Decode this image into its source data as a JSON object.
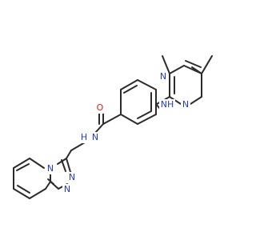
{
  "molecule": {
    "colors": {
      "bond": "#2b2b2b",
      "nitrogen": "#1f3bdc",
      "oxygen": "#e02020"
    },
    "atoms": {
      "n_pyr1": "N",
      "n_pyr2": "N",
      "nh_amine": "NH",
      "h_amine": "H",
      "o_carbonyl": "O",
      "nh_amide": "N",
      "h_amide": "H",
      "n_tri_bridge": "N",
      "n_tri_a": "N",
      "n_tri_b": "N"
    }
  }
}
